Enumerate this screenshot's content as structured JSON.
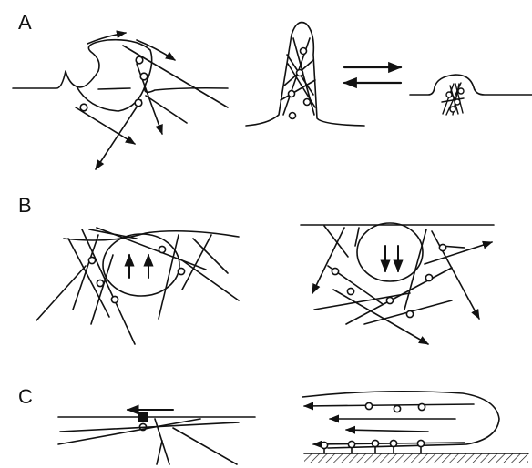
{
  "panels": {
    "a": {
      "label": "A"
    },
    "b": {
      "label": "B"
    },
    "c": {
      "label": "C"
    }
  },
  "colors": {
    "ink": "#111111",
    "background": "#ffffff"
  }
}
